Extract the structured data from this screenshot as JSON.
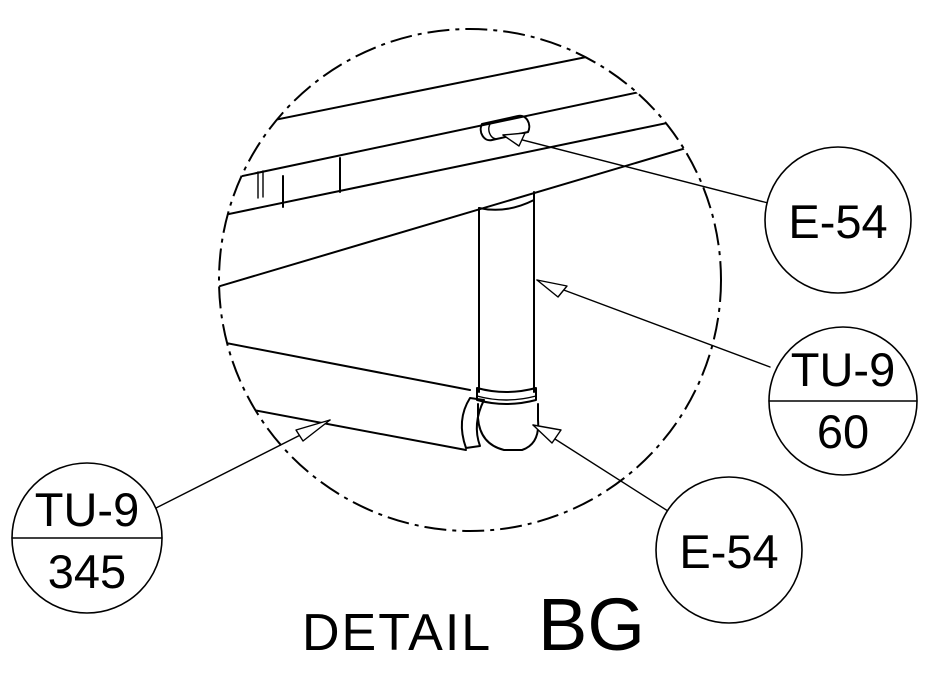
{
  "detail": {
    "title_word": "DETAIL",
    "title_id": "BG"
  },
  "callouts": {
    "elbow_top": {
      "code": "E-54"
    },
    "vertical_pipe": {
      "code": "TU-9",
      "length": "60"
    },
    "elbow_bottom": {
      "code": "E-54"
    },
    "horizontal_pipe": {
      "code": "TU-9",
      "length": "345"
    }
  }
}
